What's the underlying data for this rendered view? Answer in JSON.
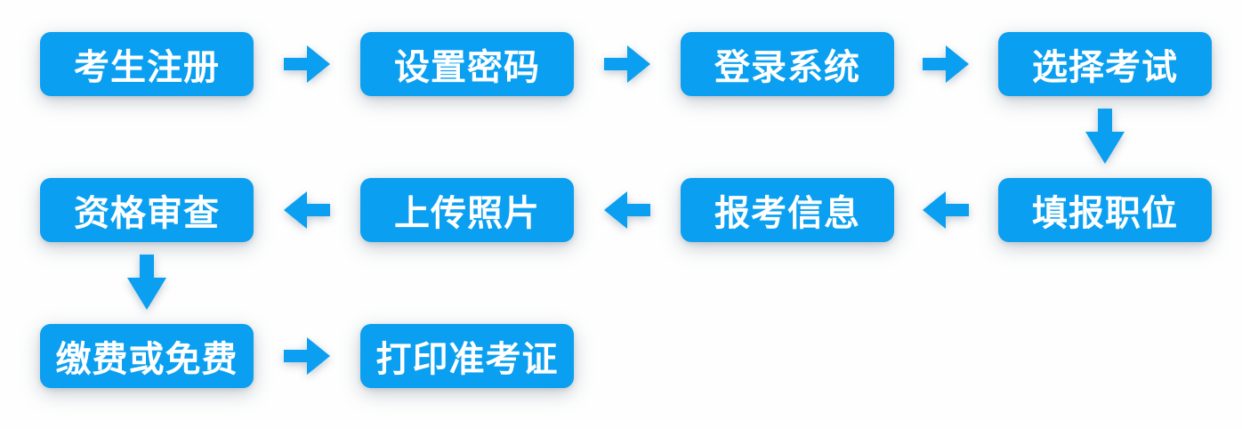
{
  "flow": {
    "accent_color": "#0a9ff0",
    "text_color": "#ffffff",
    "background_color": "#fefefe",
    "steps": [
      {
        "label": "考生注册"
      },
      {
        "label": "设置密码"
      },
      {
        "label": "登录系统"
      },
      {
        "label": "选择考试"
      },
      {
        "label": "填报职位"
      },
      {
        "label": "报考信息"
      },
      {
        "label": "上传照片"
      },
      {
        "label": "资格审查"
      },
      {
        "label": "缴费或免费"
      },
      {
        "label": "打印准考证"
      }
    ],
    "arrows": [
      {
        "from": "考生注册",
        "to": "设置密码",
        "direction": "right"
      },
      {
        "from": "设置密码",
        "to": "登录系统",
        "direction": "right"
      },
      {
        "from": "登录系统",
        "to": "选择考试",
        "direction": "right"
      },
      {
        "from": "选择考试",
        "to": "填报职位",
        "direction": "down"
      },
      {
        "from": "填报职位",
        "to": "报考信息",
        "direction": "left"
      },
      {
        "from": "报考信息",
        "to": "上传照片",
        "direction": "left"
      },
      {
        "from": "上传照片",
        "to": "资格审查",
        "direction": "left"
      },
      {
        "from": "资格审查",
        "to": "缴费或免费",
        "direction": "down"
      },
      {
        "from": "缴费或免费",
        "to": "打印准考证",
        "direction": "right"
      }
    ]
  }
}
